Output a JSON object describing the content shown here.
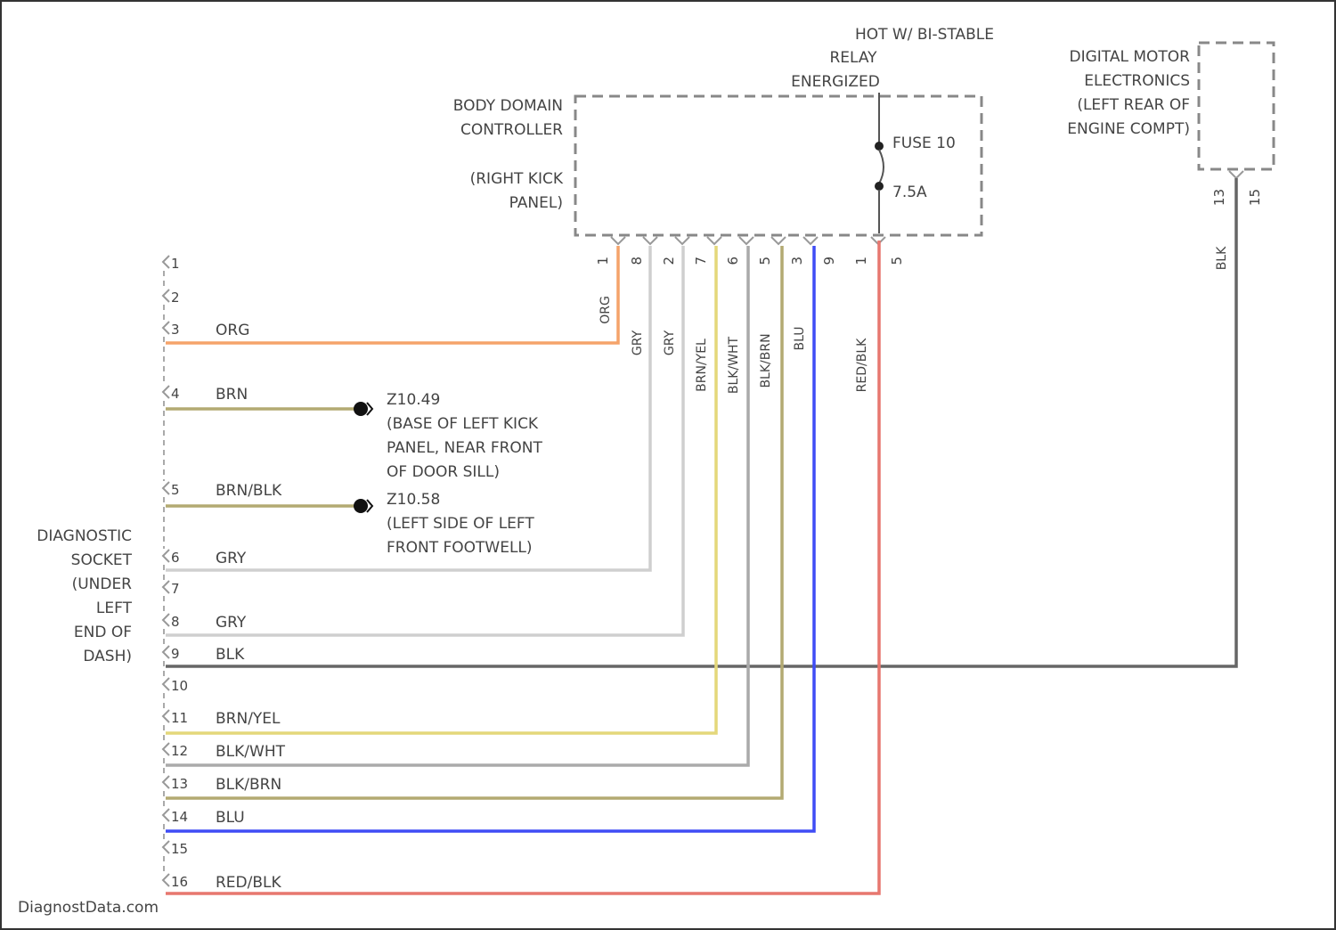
{
  "header_note": [
    "HOT W/ BI-STABLE",
    "RELAY",
    "ENERGIZED"
  ],
  "body_domain_controller": {
    "name": [
      "BODY DOMAIN",
      "CONTROLLER"
    ],
    "location": [
      "(RIGHT KICK",
      "PANEL)"
    ],
    "fuse_name": "FUSE 10",
    "fuse_rating": "7.5A",
    "pins": [
      "1",
      "8",
      "2",
      "7",
      "6",
      "5",
      "3",
      "9",
      "1",
      "5"
    ]
  },
  "dme": {
    "name": [
      "DIGITAL MOTOR",
      "ELECTRONICS",
      "(LEFT REAR OF",
      "ENGINE COMPT)"
    ],
    "pins": [
      "13",
      "15"
    ],
    "wire_color": "BLK"
  },
  "bdc_wire_labels": [
    "ORG",
    "GRY",
    "GRY",
    "BRN/YEL",
    "BLK/WHT",
    "BLK/BRN",
    "BLU",
    "RED/BLK"
  ],
  "diagnostic_socket": {
    "name": [
      "DIAGNOSTIC",
      "SOCKET",
      "(UNDER",
      "LEFT",
      "END OF",
      "DASH)"
    ]
  },
  "socket_pins": [
    {
      "num": "1",
      "wire": ""
    },
    {
      "num": "2",
      "wire": ""
    },
    {
      "num": "3",
      "wire": "ORG"
    },
    {
      "num": "4",
      "wire": "BRN"
    },
    {
      "num": "5",
      "wire": "BRN/BLK"
    },
    {
      "num": "6",
      "wire": "GRY"
    },
    {
      "num": "7",
      "wire": ""
    },
    {
      "num": "8",
      "wire": "GRY"
    },
    {
      "num": "9",
      "wire": "BLK"
    },
    {
      "num": "10",
      "wire": ""
    },
    {
      "num": "11",
      "wire": "BRN/YEL"
    },
    {
      "num": "12",
      "wire": "BLK/WHT"
    },
    {
      "num": "13",
      "wire": "BLK/BRN"
    },
    {
      "num": "14",
      "wire": "BLU"
    },
    {
      "num": "15",
      "wire": ""
    },
    {
      "num": "16",
      "wire": "RED/BLK"
    }
  ],
  "grounds": {
    "g1": [
      "Z10.49",
      "(BASE OF LEFT KICK",
      "PANEL, NEAR FRONT",
      "OF DOOR SILL)"
    ],
    "g2": [
      "Z10.58",
      "(LEFT SIDE OF LEFT",
      "FRONT FOOTWELL)"
    ]
  },
  "watermark": "DiagnostData.com",
  "colors": {
    "ORG": "#f5a36a",
    "BRN": "#b3aa72",
    "BRN_BLK": "#b3aa72",
    "GRY": "#cfcfcf",
    "BLK": "#666666",
    "BRN_YEL": "#e4d77a",
    "BLK_WHT": "#aaaaaa",
    "BLK_BRN": "#b3aa72",
    "BLU": "#3f4cf5",
    "RED_BLK": "#e7776f"
  }
}
